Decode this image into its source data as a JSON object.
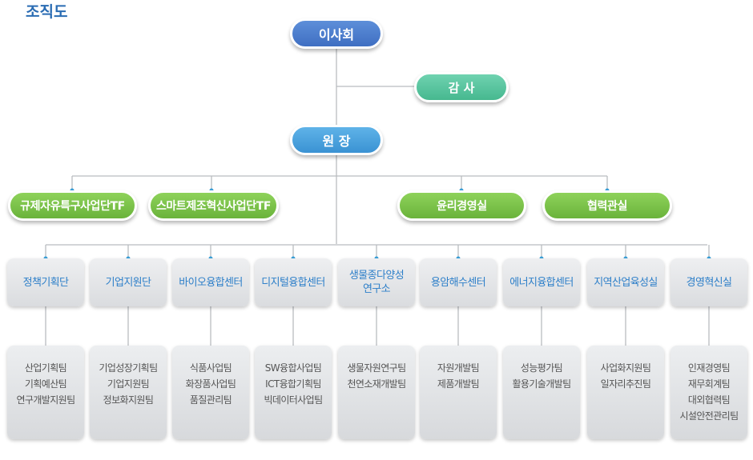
{
  "page_title": "조직도",
  "board": "이사회",
  "audit": "감 사",
  "president": "원 장",
  "units": [
    {
      "label": "규제자유특구사업단TF"
    },
    {
      "label": "스마트제조혁신사업단TF"
    },
    {
      "label": "윤리경영실"
    },
    {
      "label": "협력관실"
    }
  ],
  "departments": [
    {
      "name": "정책기획단",
      "teams": "산업기획팀\n기획예산팀\n연구개발지원팀"
    },
    {
      "name": "기업지원단",
      "teams": "기업성장기획팀\n기업지원팀\n정보화지원팀"
    },
    {
      "name": "바이오융합센터",
      "teams": "식품사업팀\n화장품사업팀\n품질관리팀"
    },
    {
      "name": "디지털융합센터",
      "teams": "SW융합사업팀\nICT융합기획팀\n빅데이터사업팀"
    },
    {
      "name": "생물종다양성\n연구소",
      "teams": "생물자원연구팀\n천연소재개발팀"
    },
    {
      "name": "용암해수센터",
      "teams": "자원개발팀\n제품개발팀"
    },
    {
      "name": "에너지융합센터",
      "teams": "성능평가팀\n활용기술개발팀"
    },
    {
      "name": "지역산업육성실",
      "teams": "사업화지원팀\n일자리추진팀"
    },
    {
      "name": "경영혁신실",
      "teams": "인재경영팀\n재무회계팀\n대외협력팀\n시설안전관리팀"
    }
  ],
  "colors": {
    "line": "#b9bcc0",
    "dot": "#3aa0d8",
    "title": "#2a6cb3"
  }
}
